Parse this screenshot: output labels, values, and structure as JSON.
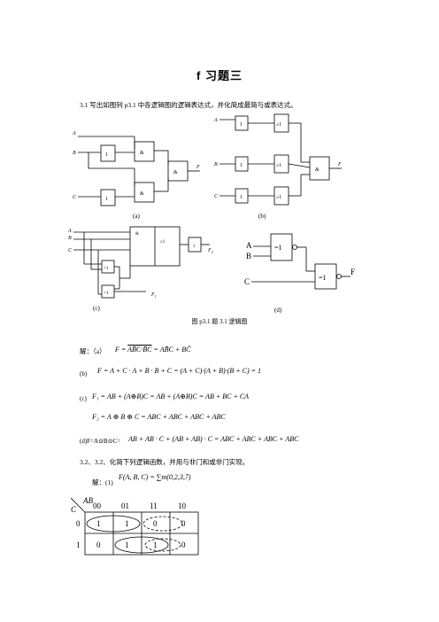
{
  "page": {
    "title": "f 习题三",
    "q31": "3.1 写出如图列 p3.1 中各逻辑图的逻辑表达式，并化简成最简与或表达式。",
    "figure_caption": "图 p3.1 题 3.1 逻辑图",
    "solution_label": "解：（a）",
    "q32": "3.2、3.2、化简下列逻辑函数，并用与非门和或非门实现。",
    "q32_solution": "解：(1)"
  },
  "circuits": {
    "a": {
      "label": "(a)",
      "A": "A",
      "B": "B",
      "C": "C",
      "F": "F",
      "gate_not": "1",
      "gate_and": "&"
    },
    "b": {
      "label": "(b)",
      "A": "A",
      "B": "B",
      "C": "C",
      "F": "F",
      "gate_not": "1",
      "gate_or": "≥1",
      "gate_and": "&"
    },
    "c": {
      "label": "(c)",
      "A": "A",
      "B": "B",
      "C": "C",
      "F1": "F",
      "F1_sub": "1",
      "F2": "F",
      "F2_sub": "2",
      "gate_and": "&",
      "gate_or": "≥1",
      "gate_not": "1",
      "gate_xor": "=1"
    },
    "d": {
      "label": "(d)",
      "A": "A",
      "B": "B",
      "C": "C",
      "F": "F",
      "gate_xor": "=1"
    }
  },
  "equations": {
    "a_lhs": "F",
    "a_rhs1": "AB̄C·B̄C",
    "a_rhs2": "= AB̄C + BC̄",
    "b_label": "(b)",
    "b_text": "F = A + C · A + B · B + C = (A + C)·(A + B)·(B + C) = 1",
    "c1_label": "(c)",
    "c1_text": "F₁ = AB + (A⊕B)C = AB + (A⊕B)C = AB + BC + CA",
    "c2_text": "F₂ = A ⊕ B ⊕ C = ABC + ABC + ABC + ABC",
    "d_label": "(d)F=A⊙B⊙C=",
    "d_text": "AB + AB · C + (AB + AB) · C = ABC + ABC + ABC + ABC",
    "q32_func": "F(A, B, C) = ∑m(0,2,3,7)"
  },
  "kmap": {
    "corner_top": "AB",
    "corner_left": "C",
    "col_headers": [
      "00",
      "01",
      "11",
      "10"
    ],
    "row_headers": [
      "0",
      "1"
    ],
    "cells": [
      [
        "1",
        "1",
        "0",
        "0"
      ],
      [
        "0",
        "1",
        "1",
        "0"
      ]
    ]
  }
}
